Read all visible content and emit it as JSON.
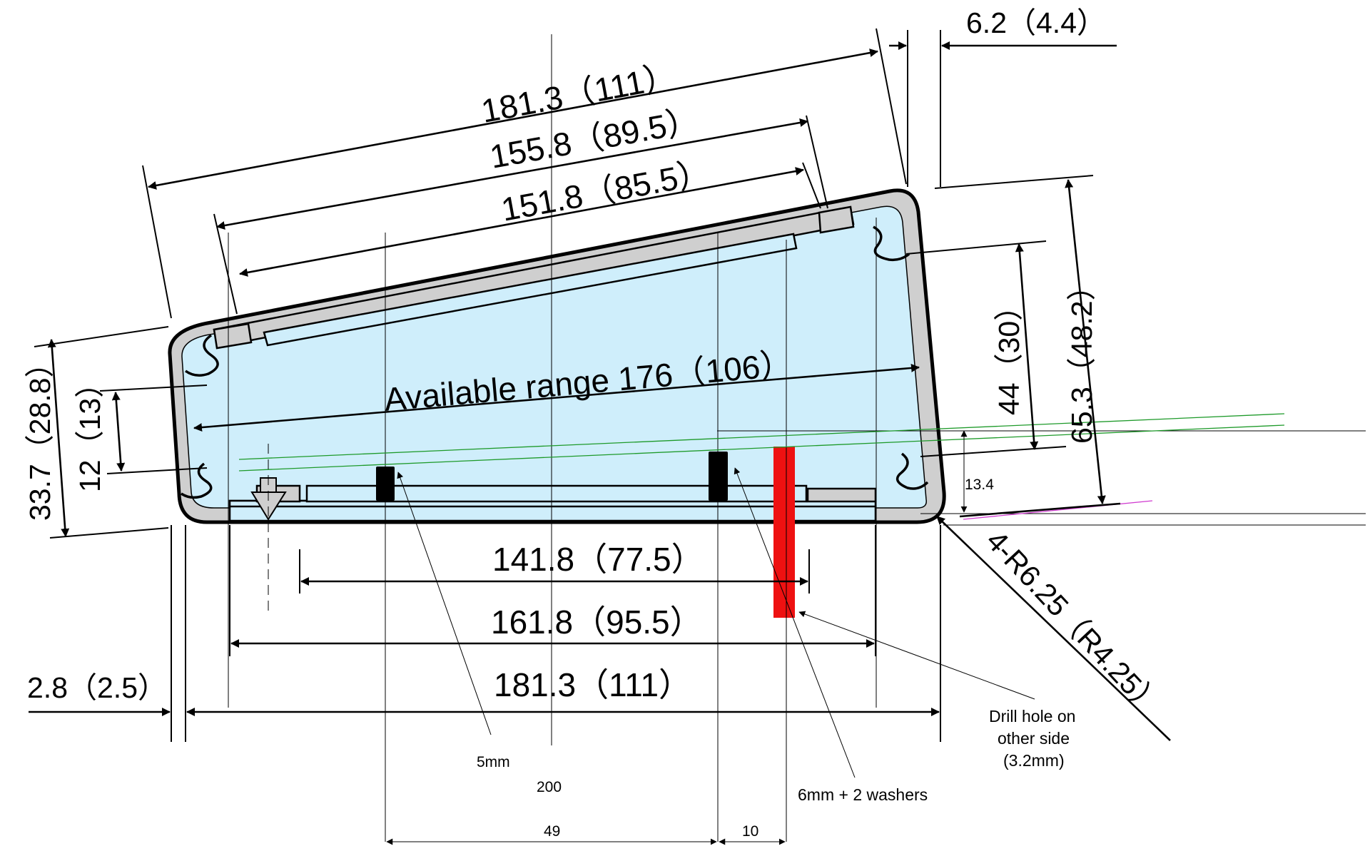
{
  "colors": {
    "interior": "#cfeefb",
    "profile": "#cfcfcf",
    "outline": "#000000",
    "guide_green": "#1e9a2a",
    "guide_magenta": "#d03cd0",
    "drill_marker": "#ee1111",
    "standoff": "#000000"
  },
  "dimensions": {
    "top_overall": "181.3（111）",
    "top_inner": "155.8（89.5）",
    "top_rail": "151.8（85.5）",
    "side_offset": "6.2（4.4）",
    "available_range": "Available range 176（106）",
    "left_height": "33.7（28.8）",
    "left_slot": "12（13）",
    "right_slot": "44（30）",
    "right_height": "65.3（48.2）",
    "corner_radius": "4-R6.25（R4.25）",
    "bottom_rail": "141.8（77.5）",
    "bottom_inner": "161.8（95.5）",
    "bottom_overall": "181.3（111）",
    "wall_thickness": "2.8（2.5）",
    "small_height": "13.4"
  },
  "notes": {
    "standoff_a": "5mm",
    "standoff_b": "6mm + 2 washers",
    "drill_line1": "Drill hole on",
    "drill_line2": "other side",
    "drill_line3": "(3.2mm)",
    "center_mark": "200",
    "spacing_49": "49",
    "spacing_10": "10"
  },
  "icons": {
    "dimension_arrow": "arrowhead-icon",
    "screw": "screw-icon"
  }
}
